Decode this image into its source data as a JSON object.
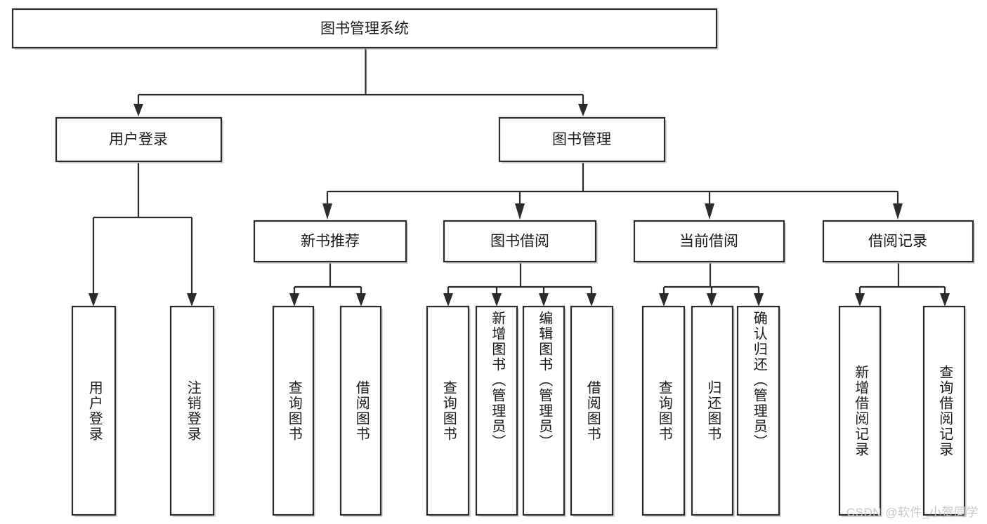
{
  "diagram": {
    "title": "图书管理系统",
    "watermark": "CSDN @软件_小贺同学",
    "type": "tree-hierarchy-chart",
    "root": {
      "label": "图书管理系统"
    },
    "level2": [
      {
        "label": "用户登录"
      },
      {
        "label": "图书管理"
      }
    ],
    "level3": [
      {
        "label": "新书推荐"
      },
      {
        "label": "图书借阅"
      },
      {
        "label": "当前借阅"
      },
      {
        "label": "借阅记录"
      }
    ],
    "leaves_user_login": [
      {
        "label": "用户登录"
      },
      {
        "label": "注销登录"
      }
    ],
    "leaves_new_book": [
      {
        "label": "查询图书"
      },
      {
        "label": "借阅图书"
      }
    ],
    "leaves_borrow": [
      {
        "label": "查询图书"
      },
      {
        "label": "新增图书（管理员）"
      },
      {
        "label": "编辑图书（管理员）"
      },
      {
        "label": "借阅图书"
      }
    ],
    "leaves_current": [
      {
        "label": "查询图书"
      },
      {
        "label": "归还图书"
      },
      {
        "label": "确认归还（管理员）"
      }
    ],
    "leaves_records": [
      {
        "label": "新增借阅记录"
      },
      {
        "label": "查询借阅记录"
      }
    ],
    "colors": {
      "stroke": "#2b2b2b",
      "fill": "#ffffff",
      "text": "#1a1a1a",
      "watermark": "#c9c9c9"
    }
  }
}
